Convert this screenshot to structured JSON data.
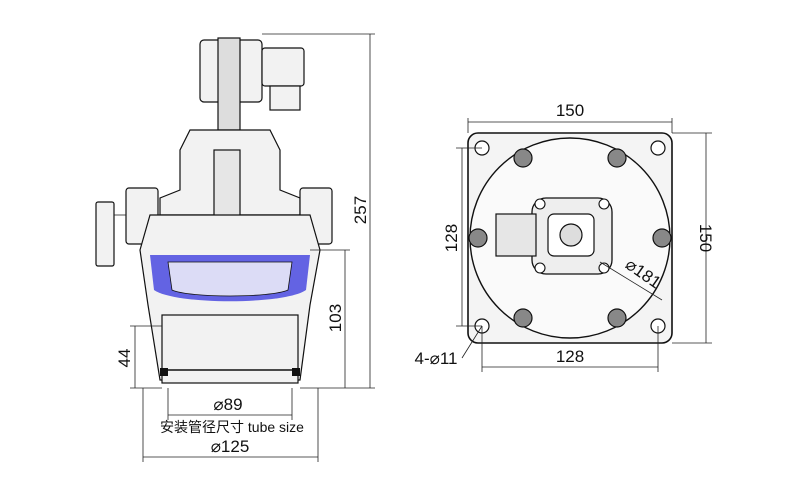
{
  "side_view": {
    "dim_height_total": "257",
    "dim_height_body": "103",
    "dim_height_pipe": "44",
    "dim_tube_diameter": "⌀89",
    "tube_note": "安装管径尺寸 tube size",
    "dim_outer_diameter": "⌀125"
  },
  "top_view": {
    "dim_width_top": "150",
    "dim_height_right": "150",
    "dim_bolt_left": "128",
    "dim_bolt_bottom": "128",
    "dim_circle": "⌀181",
    "dim_holes": "4-⌀11"
  },
  "colors": {
    "accent_blue": "#3a3ad0",
    "line": "#111111"
  }
}
